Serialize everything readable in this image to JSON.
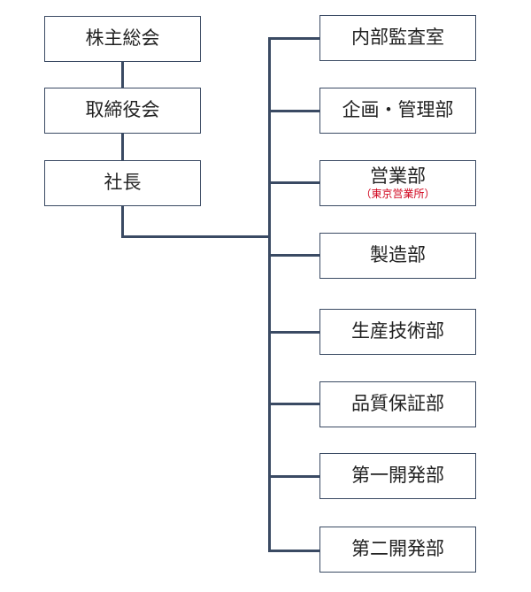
{
  "org_chart": {
    "left_column": [
      {
        "label": "株主総会"
      },
      {
        "label": "取締役会"
      },
      {
        "label": "社長"
      }
    ],
    "departments": [
      {
        "label": "内部監査室"
      },
      {
        "label": "企画・管理部"
      },
      {
        "label": "営業部",
        "sublabel": "（東京営業所）"
      },
      {
        "label": "製造部"
      },
      {
        "label": "生産技術部"
      },
      {
        "label": "品質保証部"
      },
      {
        "label": "第一開発部"
      },
      {
        "label": "第二開発部"
      }
    ],
    "colors": {
      "line": "#3a4a63",
      "box_border": "#3a4a63",
      "sublabel": "#d0021b"
    }
  }
}
